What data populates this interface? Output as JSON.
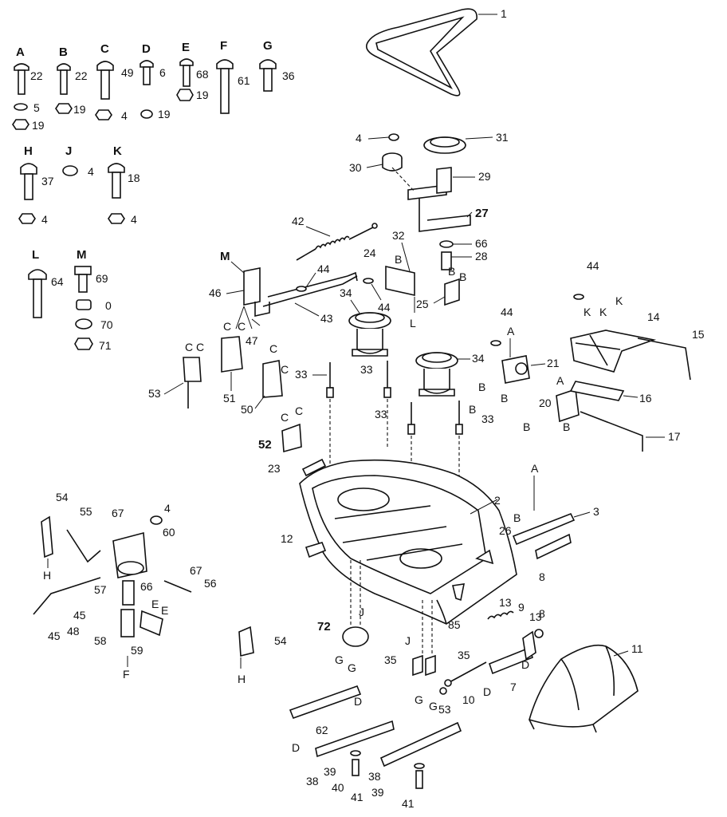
{
  "hardware": [
    {
      "letter": "A",
      "parts": [
        "22",
        "5",
        "19"
      ]
    },
    {
      "letter": "B",
      "parts": [
        "22",
        "19"
      ]
    },
    {
      "letter": "C",
      "parts": [
        "49",
        "4"
      ]
    },
    {
      "letter": "D",
      "parts": [
        "6",
        "19"
      ]
    },
    {
      "letter": "E",
      "parts": [
        "68",
        "19"
      ]
    },
    {
      "letter": "F",
      "parts": [
        "61"
      ]
    },
    {
      "letter": "G",
      "parts": [
        "36"
      ]
    },
    {
      "letter": "H",
      "parts": [
        "37",
        "4"
      ]
    },
    {
      "letter": "J",
      "parts": [
        "4"
      ]
    },
    {
      "letter": "K",
      "parts": [
        "18",
        "4"
      ]
    },
    {
      "letter": "L",
      "parts": [
        "64"
      ]
    },
    {
      "letter": "M",
      "parts": [
        "69",
        "0",
        "70",
        "71"
      ]
    }
  ],
  "callouts": {
    "p1": "1",
    "p2": "2",
    "p3": "3",
    "p4": "4",
    "p7": "7",
    "p8": "8",
    "p9": "9",
    "p10": "10",
    "p11": "11",
    "p12": "12",
    "p13": "13",
    "p14": "14",
    "p15": "15",
    "p16": "16",
    "p17": "17",
    "p20": "20",
    "p21": "21",
    "p23": "23",
    "p24": "24",
    "p25": "25",
    "p26": "26",
    "p27": "27",
    "p28": "28",
    "p29": "29",
    "p30": "30",
    "p31": "31",
    "p32": "32",
    "p33": "33",
    "p34": "34",
    "p35": "35",
    "p38": "38",
    "p39": "39",
    "p40": "40",
    "p41": "41",
    "p42": "42",
    "p43": "43",
    "p44": "44",
    "p45": "45",
    "p46": "46",
    "p47": "47",
    "p48": "48",
    "p50": "50",
    "p51": "51",
    "p52": "52",
    "p53": "53",
    "p54": "54",
    "p55": "55",
    "p56": "56",
    "p57": "57",
    "p58": "58",
    "p59": "59",
    "p60": "60",
    "p62": "62",
    "p66": "66",
    "p67": "67",
    "p72": "72",
    "p85": "85"
  },
  "letters": {
    "A": "A",
    "B": "B",
    "C": "C",
    "D": "D",
    "E": "E",
    "F": "F",
    "G": "G",
    "H": "H",
    "J": "J",
    "K": "K",
    "L": "L",
    "M": "M"
  }
}
